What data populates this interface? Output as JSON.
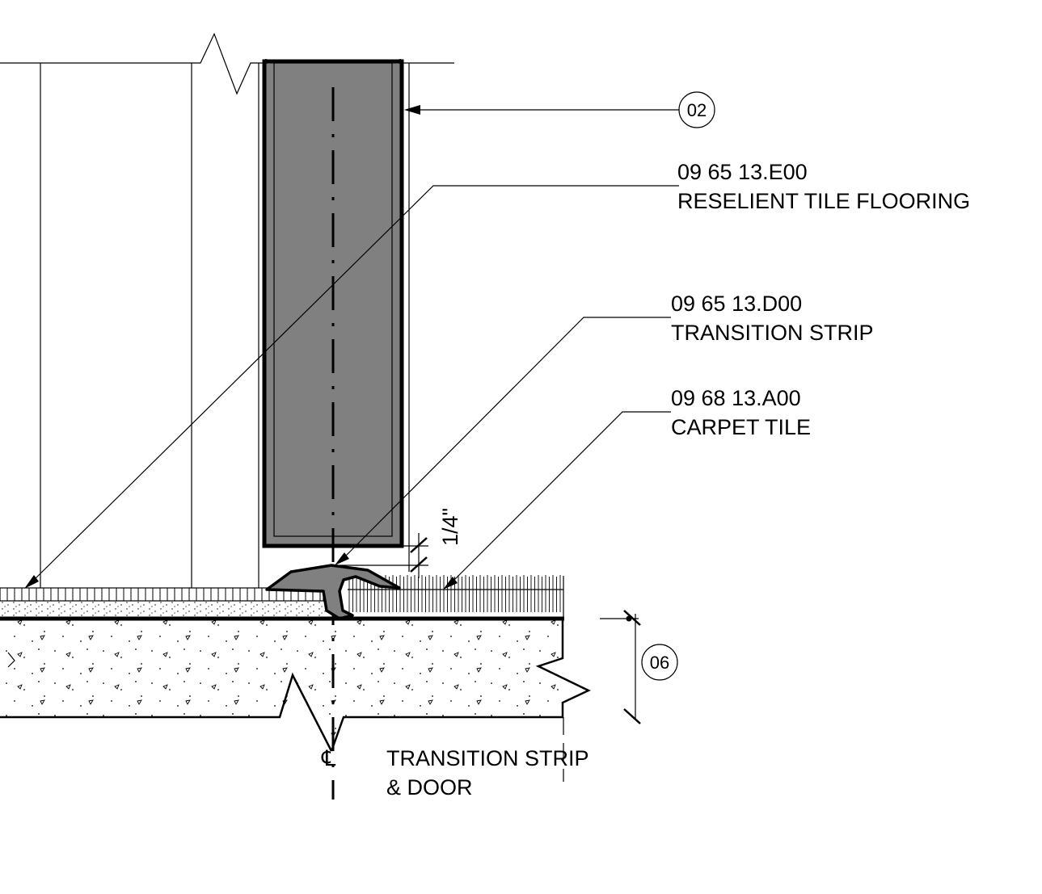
{
  "callouts": {
    "tag_02": "02",
    "tag_06": "06",
    "resilient_code": "09 65 13.E00",
    "resilient_name": "RESELIENT TILE FLOORING",
    "transition_code": "09 65 13.D00",
    "transition_name": "TRANSITION STRIP",
    "carpet_code": "09 68 13.A00",
    "carpet_name": "CARPET TILE"
  },
  "dimension": {
    "gap": "1/4\""
  },
  "centerline": {
    "symbol": "℄"
  },
  "title": {
    "line1": "TRANSITION STRIP",
    "line2": "& DOOR"
  },
  "colors": {
    "door_fill": "#808080",
    "strip_fill": "#808080",
    "ink": "#000000"
  }
}
